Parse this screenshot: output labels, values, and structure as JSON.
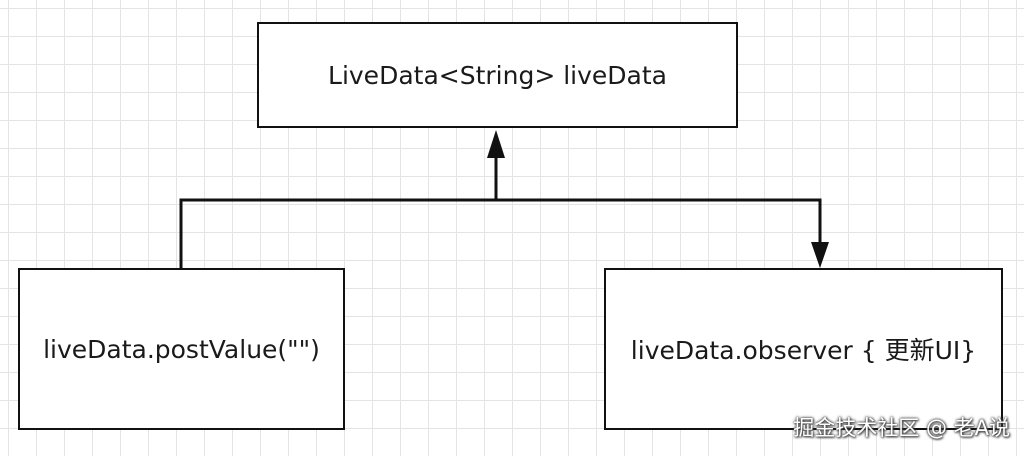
{
  "diagram": {
    "nodes": {
      "top": {
        "label": "LiveData<String> liveData"
      },
      "left": {
        "label": "liveData.postValue(\"\")"
      },
      "right": {
        "label": "liveData.observer { 更新UI}"
      }
    },
    "edges": [
      {
        "from": "left",
        "to": "top",
        "arrow": "end"
      },
      {
        "from": "top",
        "to": "right",
        "arrow": "end"
      }
    ],
    "colors": {
      "line": "#111111",
      "grid": "#e4e4e4",
      "background": "#ffffff"
    }
  },
  "watermark": {
    "text": "掘金技术社区 @ 老A说"
  }
}
